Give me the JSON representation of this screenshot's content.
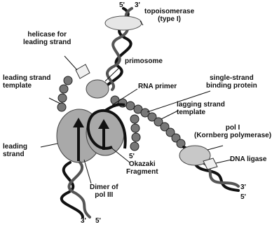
{
  "labels": {
    "topoisomerase": "topoisomerase\n(type I)",
    "helicase": "helicase for\nleading strand",
    "primosome": "primosome",
    "leading_template": "leading strand\ntemplate",
    "ssb": "single-strand\nbinding protein",
    "rna_primer": "RNA primer",
    "lagging_template": "lagging strand\ntemplate",
    "pol_i": "pol I\n(Kornberg polymerase)",
    "leading_strand": "leading\nstrand",
    "dna_ligase": "DNA ligase",
    "okazaki": "Okazaki\nFragment",
    "pol_iii": "Dimer of\npol III"
  },
  "ends": {
    "top_5": "5'",
    "top_3": "3'",
    "mid_5": "5'",
    "right_3": "3'",
    "right_5": "5'",
    "bottom_3": "3'",
    "bottom_5": "5'"
  }
}
